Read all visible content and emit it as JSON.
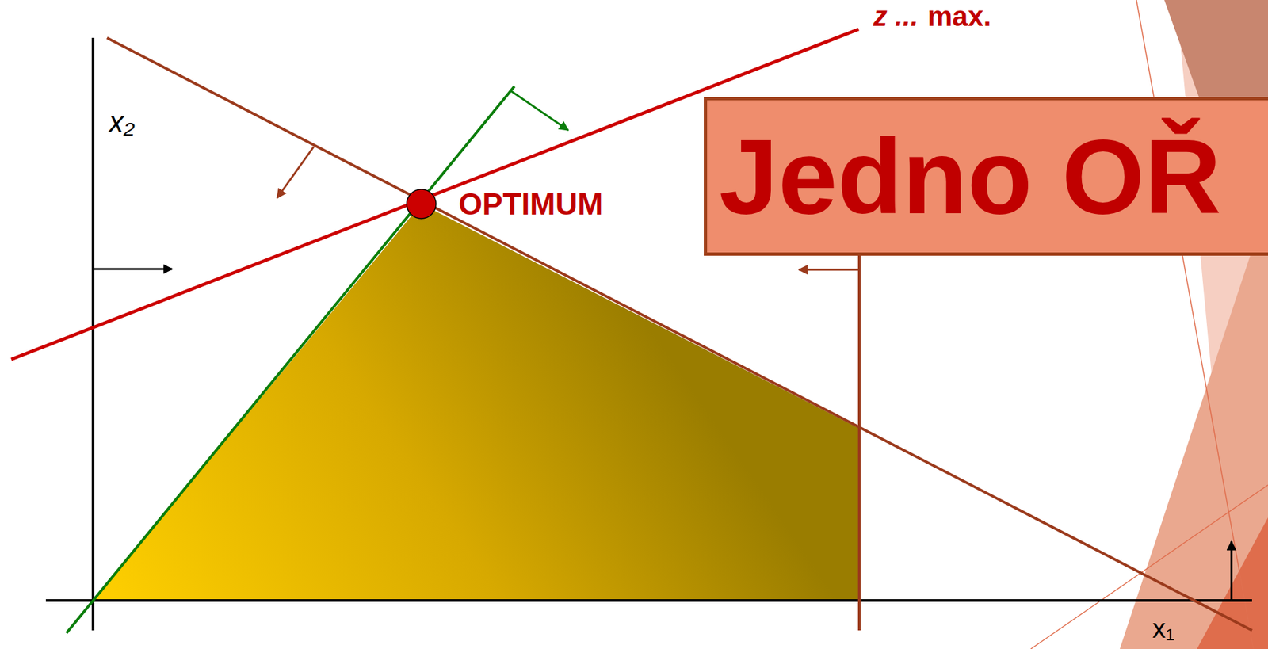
{
  "diagram": {
    "nodes": [
      {
        "text": [
          "Jedno OŘ"
        ]
      }
    ],
    "labels": [
      "z ...",
      "max.",
      "x₂",
      "OPTIMUM",
      "x₁"
    ]
  }
}
